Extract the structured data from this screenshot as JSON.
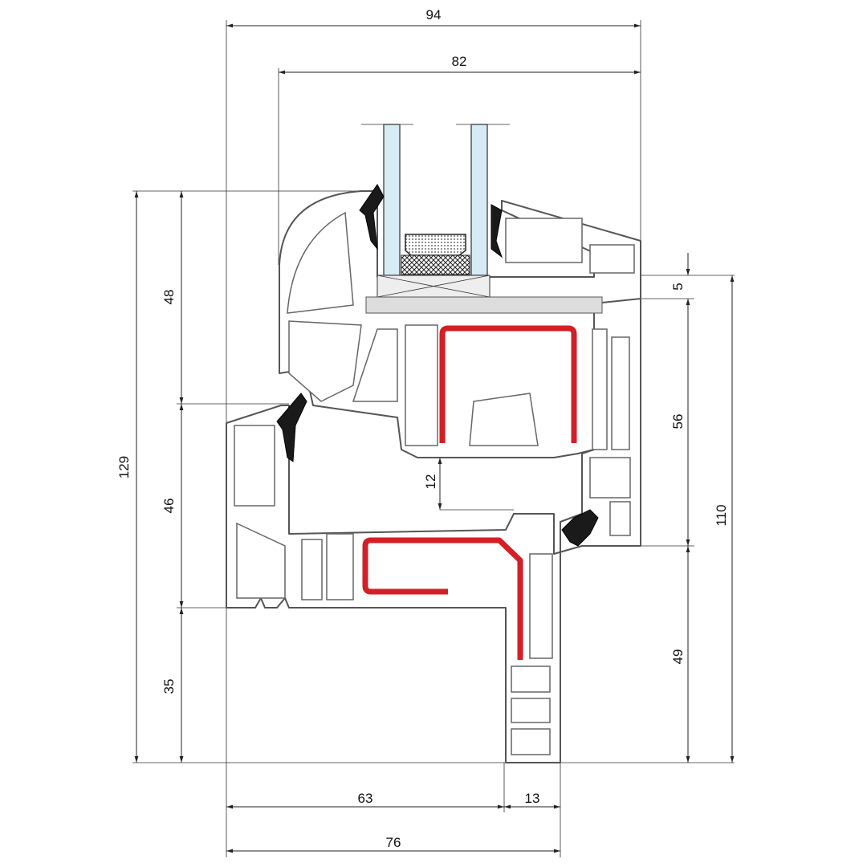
{
  "diagram": {
    "title": "Window profile cross-section",
    "colors": {
      "reinforcement": "#d41f26",
      "glass": "#d6ecf5",
      "gasket": "#1a1a1a",
      "profile_outline": "#555555"
    },
    "dimensions": {
      "overall_width_top": "94",
      "sash_width": "82",
      "overall_height": "129",
      "sash_height_left": "48",
      "overlap_height_left": "46",
      "frame_bottom_left": "35",
      "glazing_offset": "5",
      "sash_height_right": "56",
      "sash_total_right": "110",
      "frame_height_right": "49",
      "rebate_gap": "12",
      "frame_depth": "63",
      "frame_leg": "13",
      "frame_width": "76"
    }
  }
}
